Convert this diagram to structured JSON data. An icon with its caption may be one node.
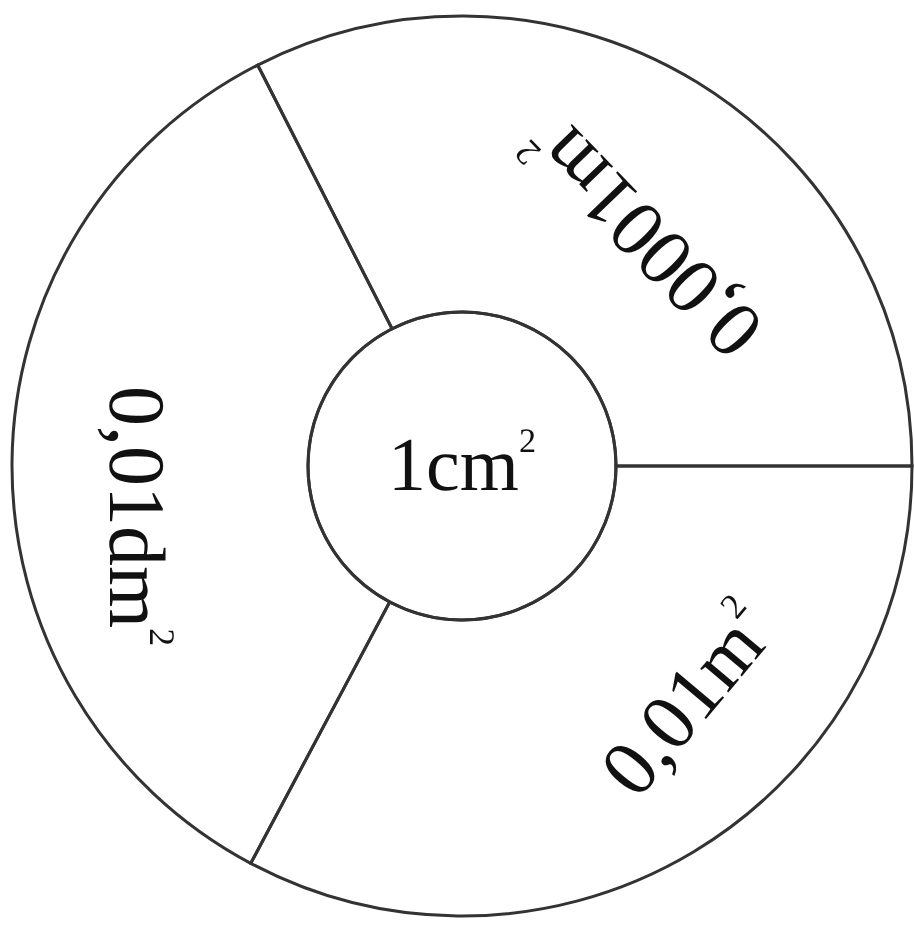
{
  "diagram": {
    "nodes": [
      {
        "text": [
          "0,0001m$^{2}$"
        ]
      },
      {
        "text": [
          "0,01dm$^{2}$"
        ]
      },
      {
        "text": [
          "1cm$^{2}$"
        ]
      },
      {
        "text": [
          "0,01m$^{2}$"
        ]
      }
    ]
  }
}
